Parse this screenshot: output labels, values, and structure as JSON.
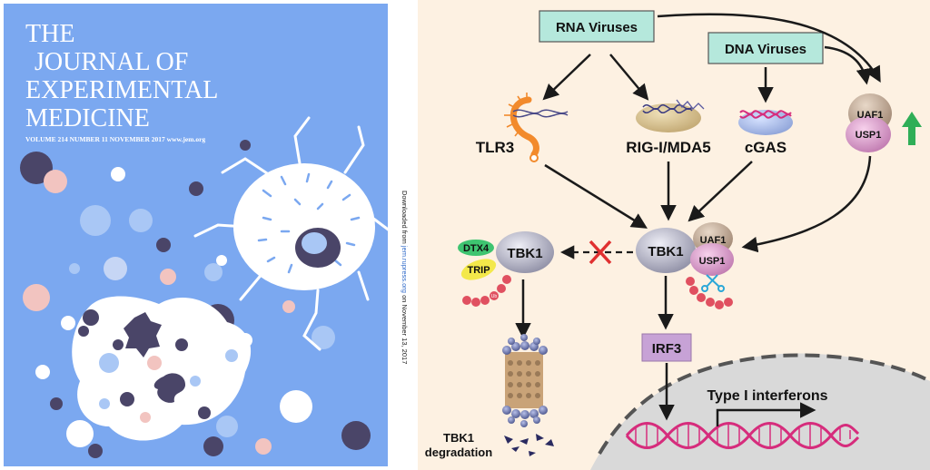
{
  "cover": {
    "title_lines": [
      "THE",
      "JOURNAL OF",
      "EXPERIMENTAL",
      "MEDICINE"
    ],
    "issue_line": "VOLUME 214  NUMBER 11  NOVEMBER 2017   www.jem.org",
    "download_notice": {
      "prefix": "Downloaded from ",
      "link": "jem.rupress.org",
      "suffix": " on November 13, 2017"
    },
    "colors": {
      "background": "#7ba8f0",
      "dark_dot": "#4a4568",
      "pink_dot": "#f2c4c0",
      "light_dot": "#a9c7f5"
    }
  },
  "diagram": {
    "colors": {
      "background": "#fdf1e2",
      "box_fill": "#b5e8dc",
      "nucleus": "#d9d9d9",
      "ub": "#e05060",
      "dtx4": "#3ec470",
      "trip": "#f3e84a",
      "irf3": "#c7a2d6",
      "up_arrow": "#2fae57",
      "x_mark": "#e03030",
      "scissors": "#2aa7d8",
      "dna": "#d62c7c"
    },
    "rna_viruses": "RNA Viruses",
    "dna_viruses": "DNA Viruses",
    "tlr3": "TLR3",
    "rig_i_mda5": "RIG-I/MDA5",
    "cgas": "cGAS",
    "uaf1": "UAF1",
    "usp1": "USP1",
    "tbk1": "TBK1",
    "dtx4": "DTX4",
    "trip": "TRIP",
    "ub": "Ub",
    "irf3": "IRF3",
    "type_i_interferons": "Type I interferons",
    "tbk1_degradation": [
      "TBK1",
      "degradation"
    ]
  }
}
